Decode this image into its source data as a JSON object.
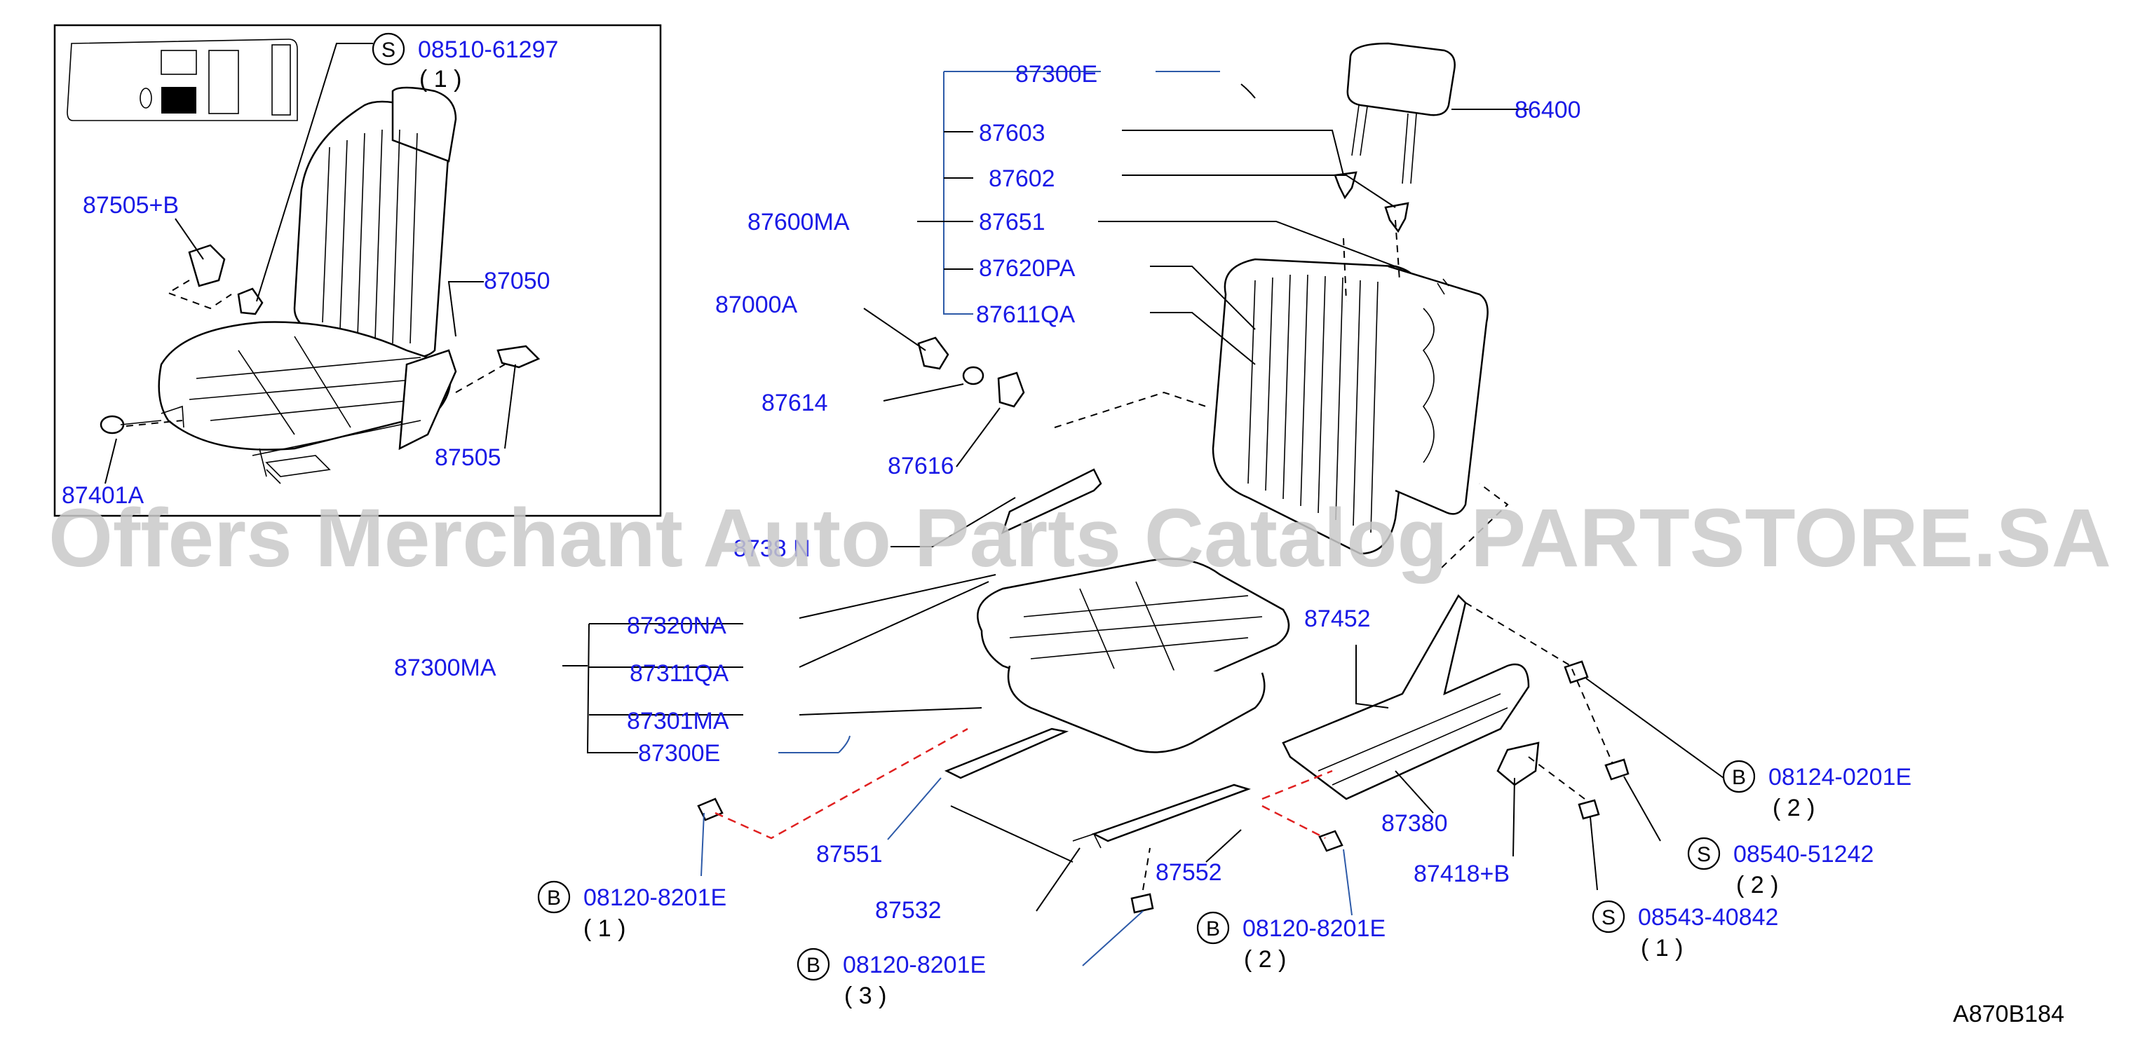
{
  "diagram_ref": "A870B184",
  "watermark": "Offers Merchant Auto Parts Catalog PARTSTORE.SA",
  "colors": {
    "label": "#1a1ae6",
    "callout_red": "#e02020",
    "leader_blue": "#2d5aa8"
  },
  "inset_labels": {
    "s_08510": "08510-61297",
    "s_08510_qty": "( 1 )",
    "p_87505b": "87505+B",
    "p_87050": "87050",
    "p_87505": "87505",
    "p_87401a": "87401A"
  },
  "labels": {
    "p_87300e_top": "87300E",
    "p_87603": "87603",
    "p_87602": "87602",
    "p_87600ma": "87600MA",
    "p_87651": "87651",
    "p_87620pa": "87620PA",
    "p_87611qa": "87611QA",
    "p_87000a": "87000A",
    "p_87614": "87614",
    "p_87616": "87616",
    "p_86400": "86400",
    "p_8738n": "8738 N",
    "p_87320na": "87320NA",
    "p_87300ma": "87300MA",
    "p_87311qa": "87311QA",
    "p_87301ma": "87301MA",
    "p_87300e_bot": "87300E",
    "p_87452": "87452",
    "p_87551": "87551",
    "p_87532": "87532",
    "p_87552": "87552",
    "p_87380": "87380",
    "p_87418b": "87418+B"
  },
  "fasteners": [
    {
      "key": "b1",
      "badge": "B",
      "code": "08120-8201E",
      "qty": "( 1 )"
    },
    {
      "key": "b3",
      "badge": "B",
      "code": "08120-8201E",
      "qty": "( 3 )"
    },
    {
      "key": "b2",
      "badge": "B",
      "code": "08120-8201E",
      "qty": "( 2 )"
    },
    {
      "key": "b0124",
      "badge": "B",
      "code": "08124-0201E",
      "qty": "( 2 )"
    },
    {
      "key": "s51242",
      "badge": "S",
      "code": "08540-51242",
      "qty": "( 2 )"
    },
    {
      "key": "s40842",
      "badge": "S",
      "code": "08543-40842",
      "qty": "( 1 )"
    }
  ],
  "inset_badge": "S"
}
